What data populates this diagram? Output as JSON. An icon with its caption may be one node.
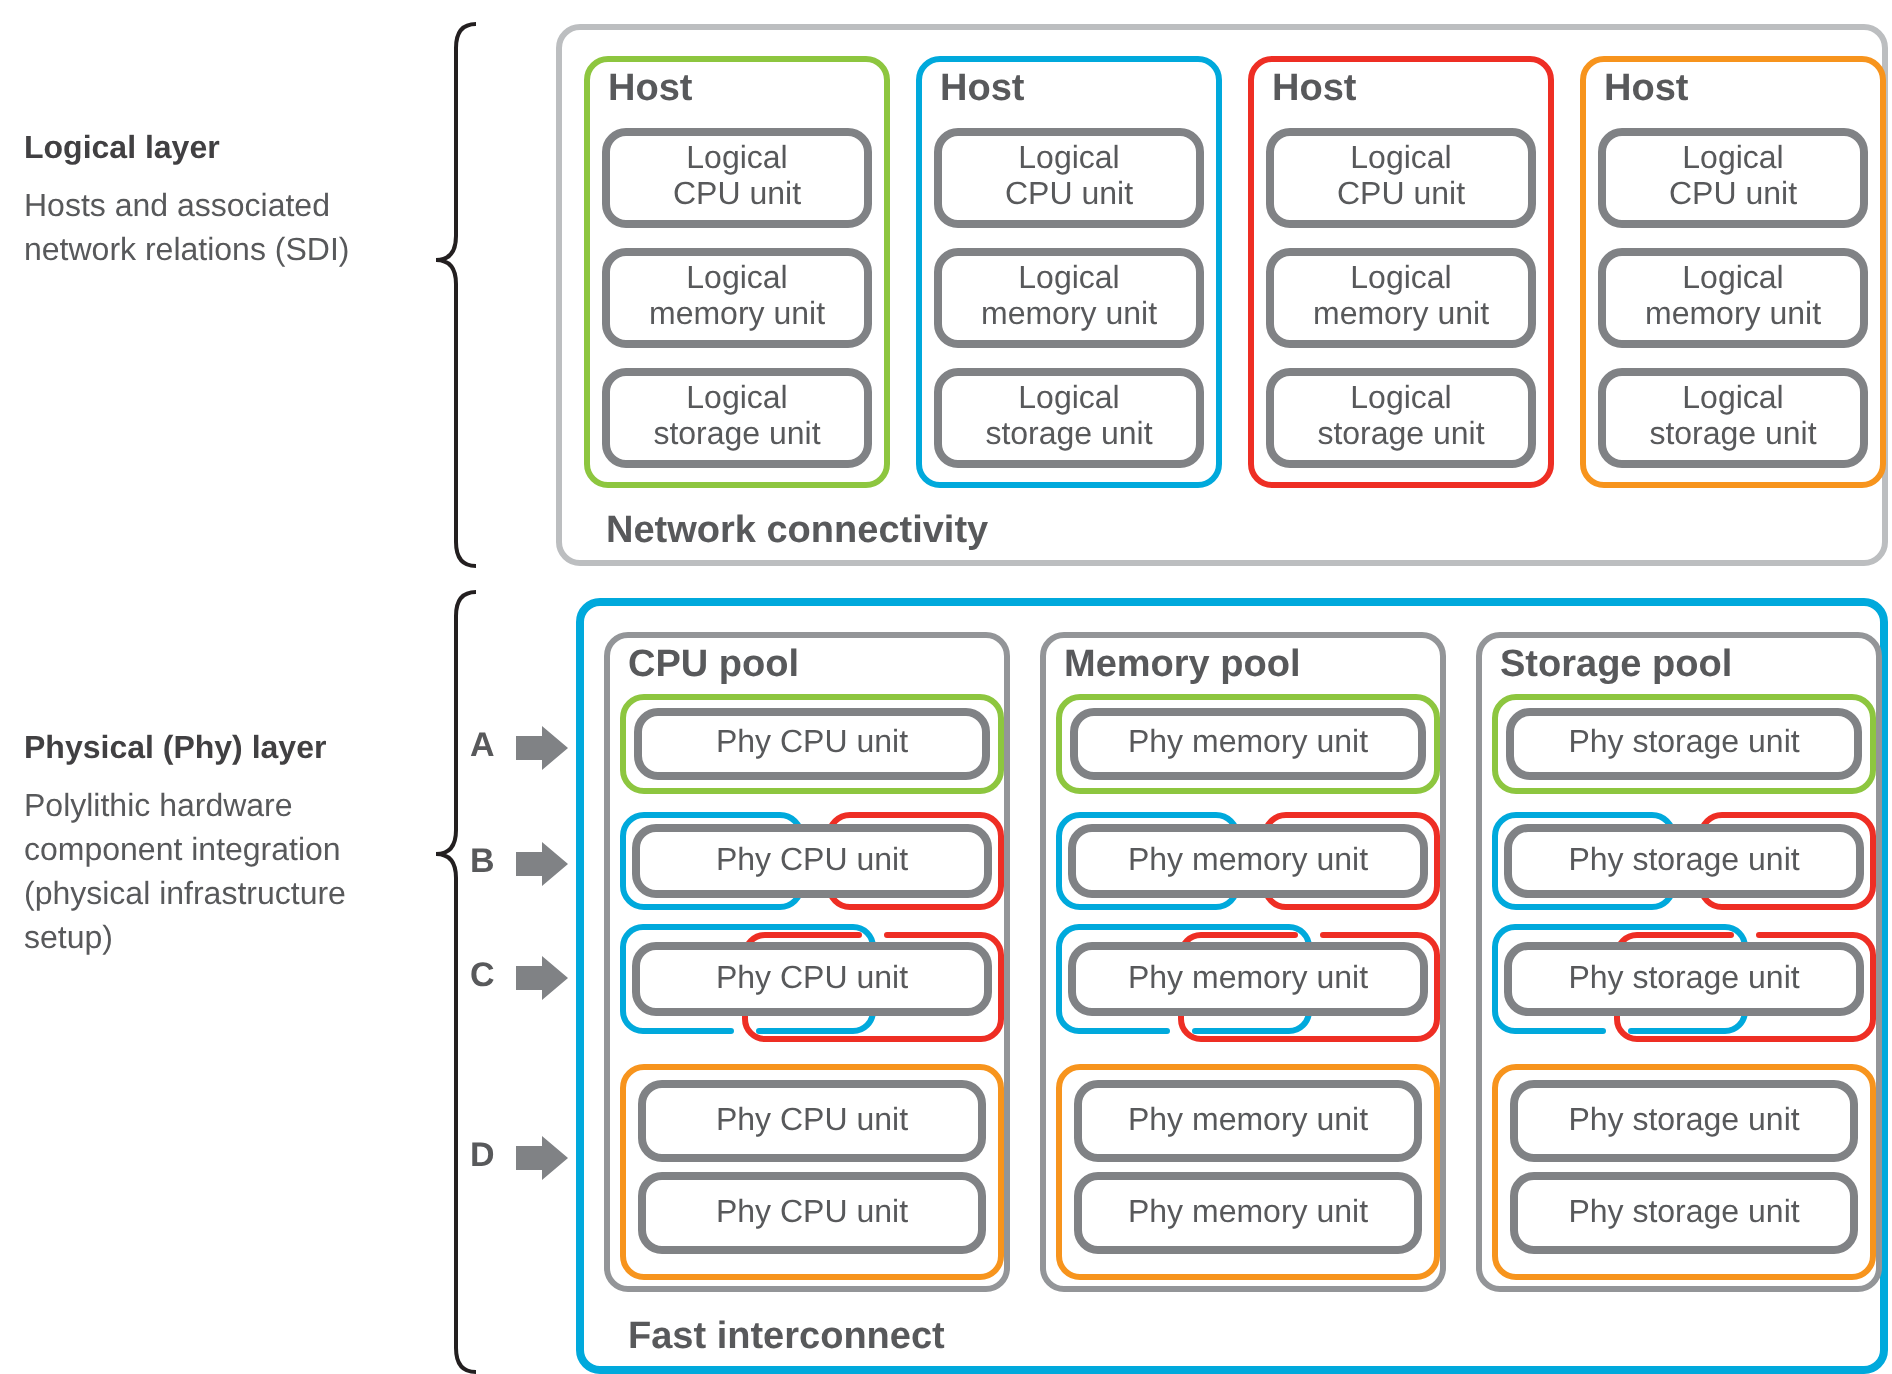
{
  "diagram": {
    "nodes": [
      {
        "text": [
          "Network connectivity"
        ]
      },
      {
        "text": [
          "Host"
        ],
        "in": 0
      },
      {
        "text": [
          "Logical CPU unit"
        ],
        "in": 1
      },
      {
        "text": [
          "Logical memory unit"
        ],
        "in": 1
      },
      {
        "text": [
          "Logical storage unit"
        ],
        "in": 1
      },
      {
        "text": [
          "Host"
        ],
        "in": 0
      },
      {
        "text": [
          "Logical CPU unit"
        ],
        "in": 5
      },
      {
        "text": [
          "Logical memory unit"
        ],
        "in": 5
      },
      {
        "text": [
          "Logical storage unit"
        ],
        "in": 5
      },
      {
        "text": [
          "Host"
        ],
        "in": 0
      },
      {
        "text": [
          "Logical CPU unit"
        ],
        "in": 9
      },
      {
        "text": [
          "Logical memory unit"
        ],
        "in": 9
      },
      {
        "text": [
          "Logical storage unit"
        ],
        "in": 9
      },
      {
        "text": [
          "Host"
        ],
        "in": 0
      },
      {
        "text": [
          "Logical CPU unit"
        ],
        "in": 13
      },
      {
        "text": [
          "Logical memory unit"
        ],
        "in": 13
      },
      {
        "text": [
          "Logical storage unit"
        ],
        "in": 13
      },
      {
        "text": [
          "Fast interconnect"
        ]
      },
      {
        "text": [
          "CPU pool"
        ],
        "in": 17
      },
      {
        "text": [],
        "shape": "box",
        "in": 18
      },
      {
        "text": [
          "Phy CPU unit"
        ],
        "in": 19
      },
      {
        "text": [],
        "shape": "box",
        "in": 18
      },
      {
        "text": [],
        "shape": "box",
        "in": 18
      },
      {
        "text": [
          "Phy CPU unit"
        ],
        "in": 18
      },
      {
        "text": [],
        "shape": "box",
        "in": 18
      },
      {
        "text": [],
        "shape": "box",
        "in": 18
      },
      {
        "text": [
          "Phy CPU unit"
        ],
        "in": 18
      },
      {
        "text": [],
        "shape": "box",
        "in": 18
      },
      {
        "text": [
          "Phy CPU unit"
        ],
        "in": 27
      },
      {
        "text": [
          "Phy CPU unit"
        ],
        "in": 27
      },
      {
        "text": [
          "Memory pool"
        ],
        "in": 17
      },
      {
        "text": [],
        "shape": "box",
        "in": 30
      },
      {
        "text": [
          "Phy memory unit"
        ],
        "in": 31
      },
      {
        "text": [],
        "shape": "box",
        "in": 30
      },
      {
        "text": [],
        "shape": "box",
        "in": 30
      },
      {
        "text": [
          "Phy memory unit"
        ],
        "in": 30
      },
      {
        "text": [],
        "shape": "box",
        "in": 30
      },
      {
        "text": [],
        "shape": "box",
        "in": 30
      },
      {
        "text": [
          "Phy memory unit"
        ],
        "in": 30
      },
      {
        "text": [],
        "shape": "box",
        "in": 30
      },
      {
        "text": [
          "Phy memory unit"
        ],
        "in": 39
      },
      {
        "text": [
          "Phy memory unit"
        ],
        "in": 39
      },
      {
        "text": [
          "Storage pool"
        ],
        "in": 17
      },
      {
        "text": [],
        "shape": "box",
        "in": 42
      },
      {
        "text": [
          "Phy storage unit"
        ],
        "in": 43
      },
      {
        "text": [],
        "shape": "box",
        "in": 42
      },
      {
        "text": [],
        "shape": "box",
        "in": 42
      },
      {
        "text": [
          "Phy storage unit"
        ],
        "in": 42
      },
      {
        "text": [],
        "shape": "box",
        "in": 42
      },
      {
        "text": [],
        "shape": "box",
        "in": 42
      },
      {
        "text": [
          "Phy storage unit"
        ],
        "in": 42
      },
      {
        "text": [],
        "shape": "box",
        "in": 42
      },
      {
        "text": [
          "Phy storage unit"
        ],
        "in": 51
      },
      {
        "text": [
          "Phy storage unit"
        ],
        "in": 51
      }
    ],
    "labels": [
      "Logical layer",
      "Hosts and associated network relations (SDI)",
      "Physical (Phy) layer",
      "Polylithic hardware component integration (physical infrastructure setup)",
      "A",
      "B",
      "C",
      "D"
    ]
  }
}
